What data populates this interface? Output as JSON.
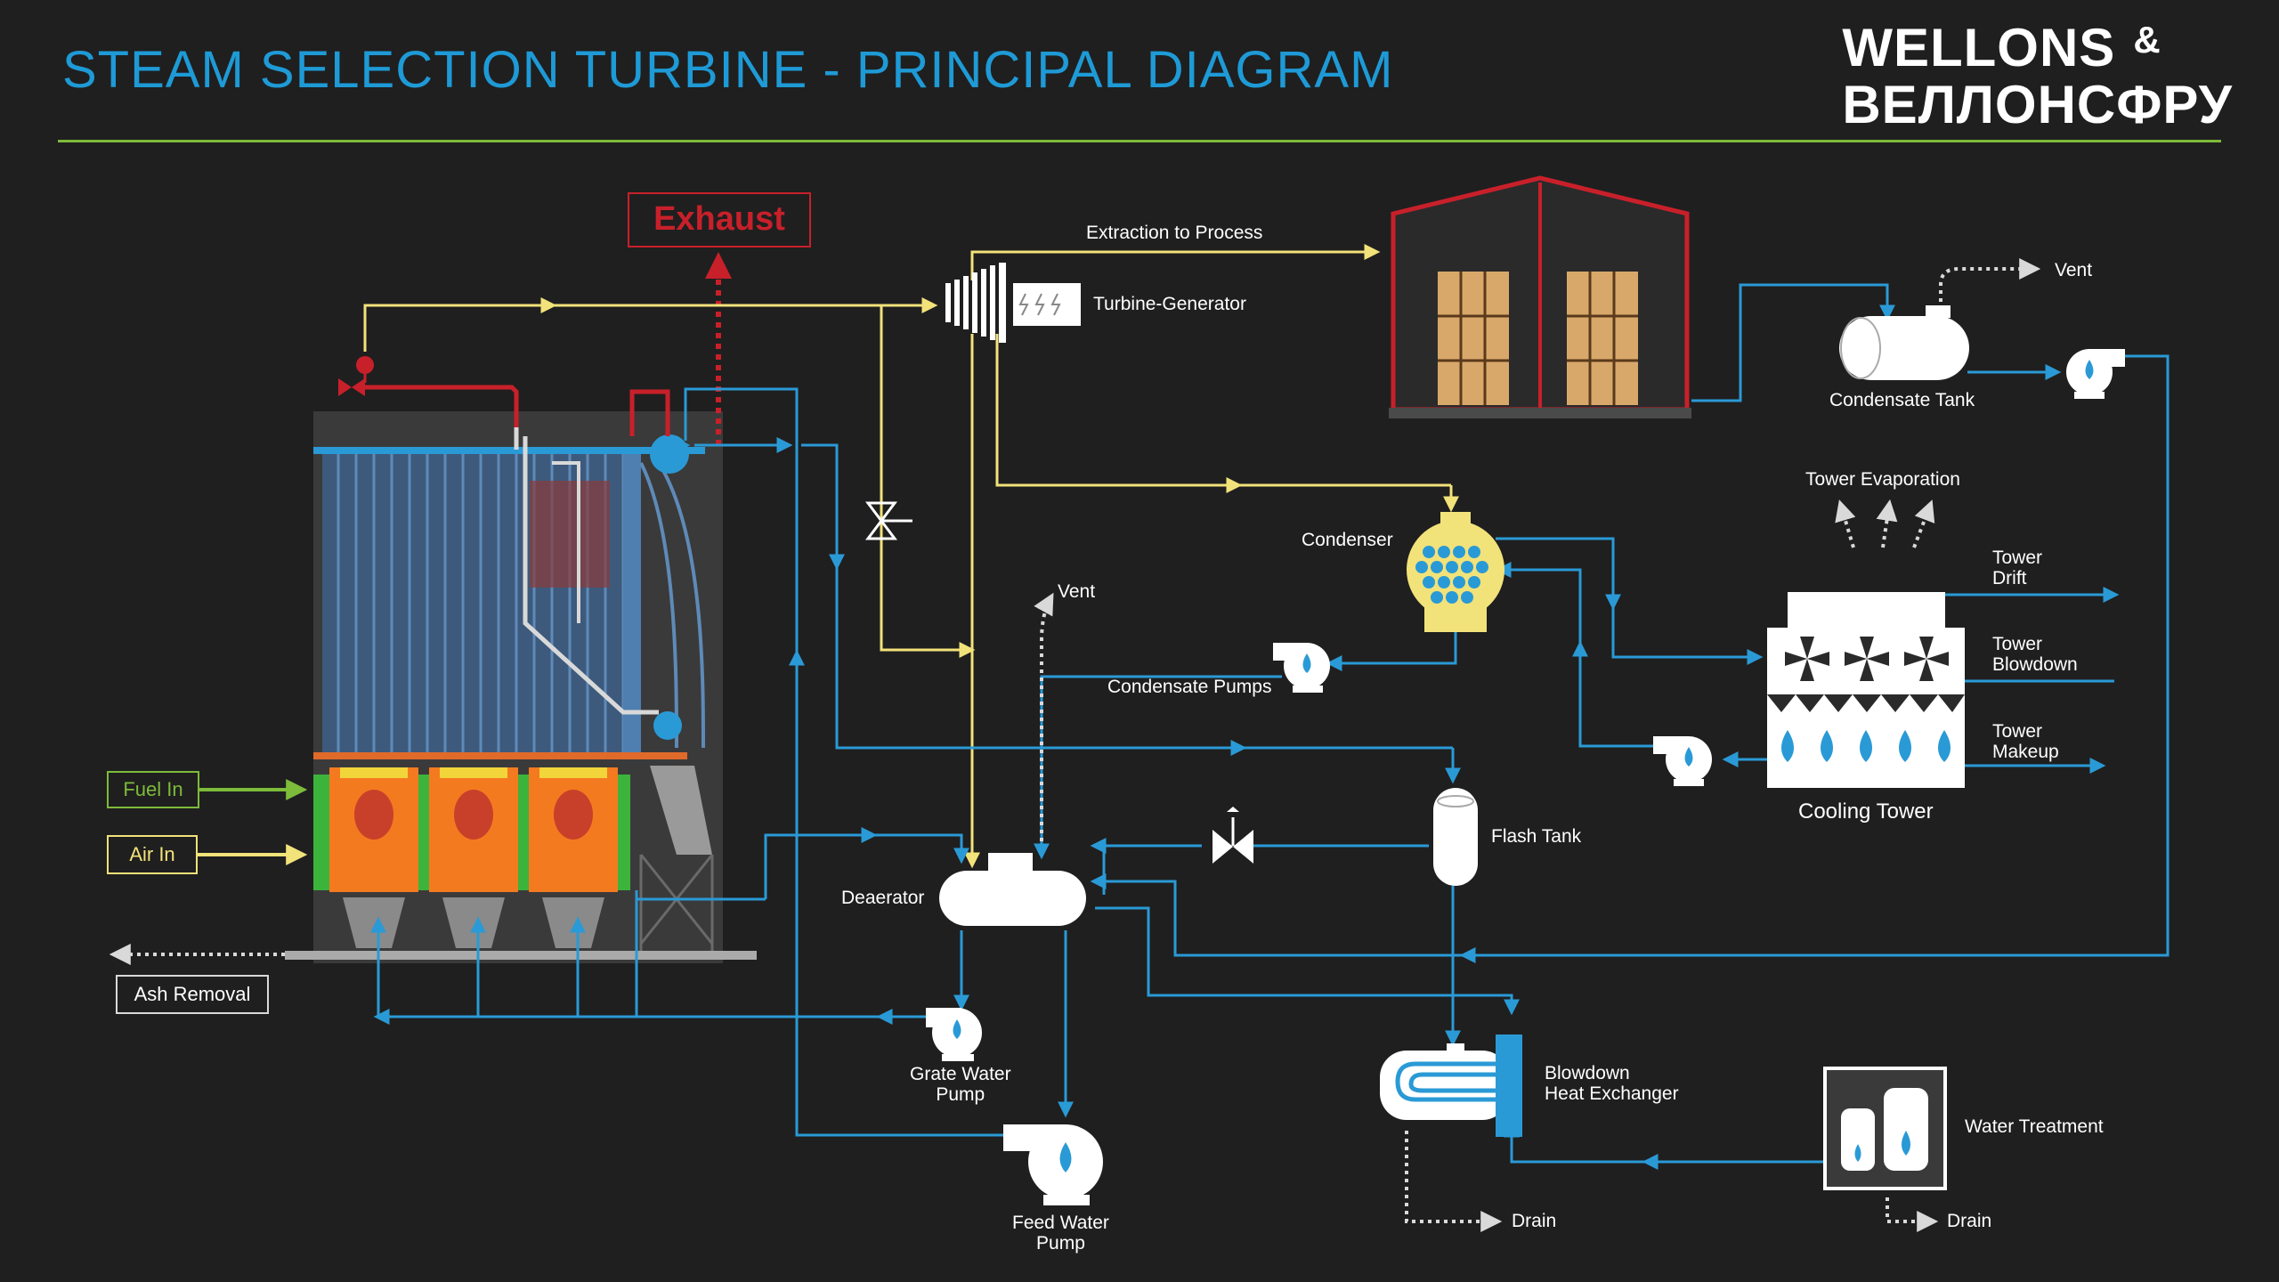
{
  "title": "STEAM SELECTION TURBINE - PRINCIPAL DIAGRAM",
  "logo": {
    "line1": "WELLONS",
    "ampersand": "&",
    "line2": "ВЕЛЛОНСФРУ"
  },
  "colors": {
    "background": "#1f1f1f",
    "title": "#1e9ad6",
    "water": "#2a9ad6",
    "steam": "#f2e27a",
    "exhaust": "#c8202a",
    "fuel": "#7dbb3a",
    "rule": "#7dbb3a"
  },
  "labels": {
    "exhaust": "Exhaust",
    "fuel_in": "Fuel In",
    "air_in": "Air In",
    "ash_removal": "Ash Removal",
    "extraction": "Extraction to Process",
    "turbine": "Turbine-Generator",
    "condensate_tank": "Condensate Tank",
    "vent_top": "Vent",
    "tower_evaporation": "Tower Evaporation",
    "condenser": "Condenser",
    "tower_drift": [
      "Tower",
      "Drift"
    ],
    "tower_blowdown": [
      "Tower",
      "Blowdown"
    ],
    "tower_makeup": [
      "Tower",
      "Makeup"
    ],
    "cooling_tower": "Cooling Tower",
    "vent_deaerator": "Vent",
    "condensate_pumps": "Condensate Pumps",
    "flash_tank": "Flash Tank",
    "deaerator": "Deaerator",
    "grate_water_pump": [
      "Grate Water",
      "Pump"
    ],
    "feed_water_pump": [
      "Feed Water",
      "Pump"
    ],
    "blowdown_hx": [
      "Blowdown",
      "Heat Exchanger"
    ],
    "water_treatment": "Water Treatment",
    "drain_1": "Drain",
    "drain_2": "Drain"
  },
  "icons": [
    "turbine-icon",
    "generator-icon",
    "condensate-tank-icon",
    "pump-icon",
    "condenser-icon",
    "cooling-tower-icon",
    "fan-icon",
    "valve-icon",
    "deaerator-icon",
    "flash-tank-icon",
    "heat-exchanger-icon",
    "water-treatment-icon",
    "boiler-icon",
    "process-building-icon"
  ]
}
